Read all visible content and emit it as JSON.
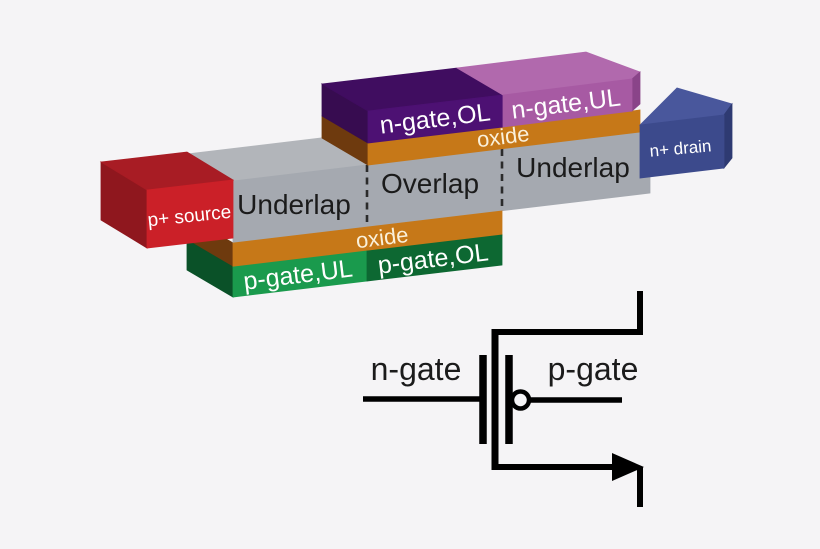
{
  "figure": {
    "background": "#f5f4f6",
    "blocks": {
      "source": {
        "label": "p+ source",
        "label_color": "#ffffff",
        "front": "#cb2028",
        "top": "#a81c24",
        "side": "#8f171e"
      },
      "channel": {
        "front": "#a5a9b0",
        "top": "#b2b5ba",
        "label_color": "#1b1b1b",
        "divider_color": "#2b2b2b",
        "segments": {
          "left": "Underlap",
          "middle": "Overlap",
          "right": "Underlap"
        }
      },
      "drain": {
        "label": "n+ drain",
        "label_color": "#ffffff",
        "front": "#3c4a8c",
        "top": "#49579c",
        "side": "#2e3a72"
      },
      "oxide_top": {
        "label": "oxide",
        "label_color": "#faf0da",
        "front": "#c67818",
        "side": "#6e3a0e"
      },
      "oxide_bottom": {
        "label": "oxide",
        "label_color": "#faf0da",
        "front": "#c67818",
        "side": "#6e3a0e"
      },
      "n_gate_ol": {
        "label": "n-gate,OL",
        "label_color": "#ffffff",
        "front": "#4d1173",
        "top": "#400d60",
        "side": "#370c50"
      },
      "n_gate_ul": {
        "label": "n-gate,UL",
        "label_color": "#ffffff",
        "front": "#a75aa3",
        "top": "#b169ad",
        "side": "#8a4489"
      },
      "p_gate_ul": {
        "label": "p-gate,UL",
        "label_color": "#ffffff",
        "front": "#1a9a4d",
        "side": "#0a5128"
      },
      "p_gate_ol": {
        "label": "p-gate,OL",
        "label_color": "#ffffff",
        "front": "#0d6832"
      }
    },
    "circuit": {
      "n_gate_label": "n-gate",
      "p_gate_label": "p-gate",
      "line_color": "#000000",
      "label_color": "#1b1b1b"
    }
  }
}
